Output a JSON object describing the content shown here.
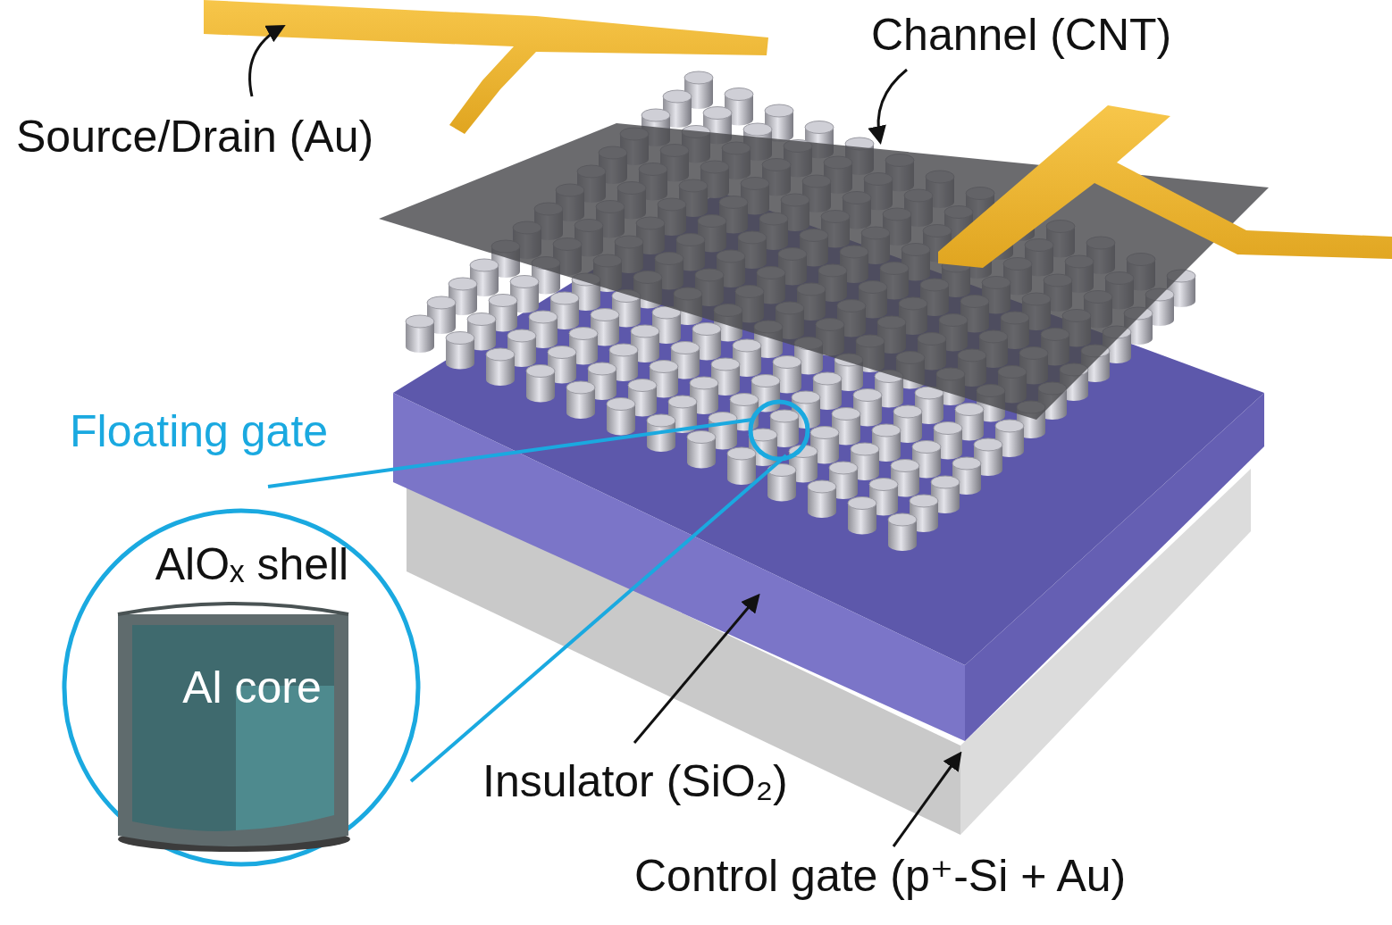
{
  "diagram": {
    "nodes": [
      {
        "text": [
          "AlOₓ shell",
          "Al core"
        ]
      }
    ],
    "labels": [
      "Channel (CNT)",
      "Source/Drain (Au)",
      "Floating gate",
      "Insulator (SiO₂)",
      "Control gate (p⁺-Si + Au)"
    ]
  }
}
